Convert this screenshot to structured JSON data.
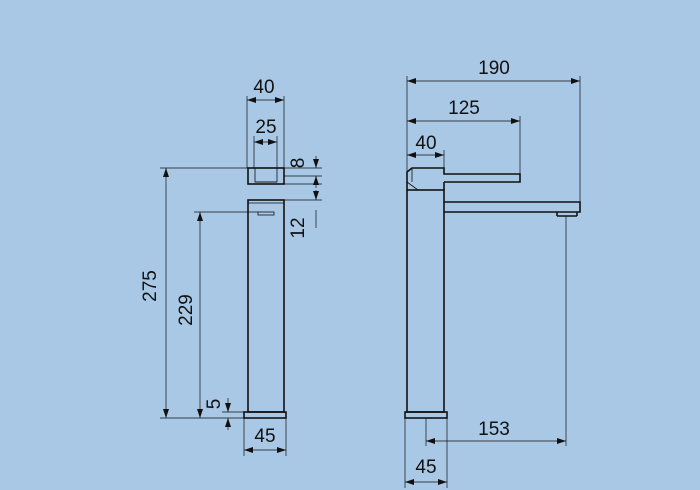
{
  "background_color": "#a9c8e6",
  "line_color": "#111111",
  "side_view": {
    "dimensions": {
      "top_width_40": "40",
      "handle_width_25": "25",
      "handle_height_8": "8",
      "gap_12": "12",
      "total_height_275": "275",
      "body_height_229": "229",
      "base_height_5": "5",
      "base_width_45": "45"
    }
  },
  "front_view": {
    "dimensions": {
      "overall_width_190": "190",
      "lever_length_125": "125",
      "body_width_40": "40",
      "reach_153": "153",
      "base_width_45": "45"
    }
  }
}
